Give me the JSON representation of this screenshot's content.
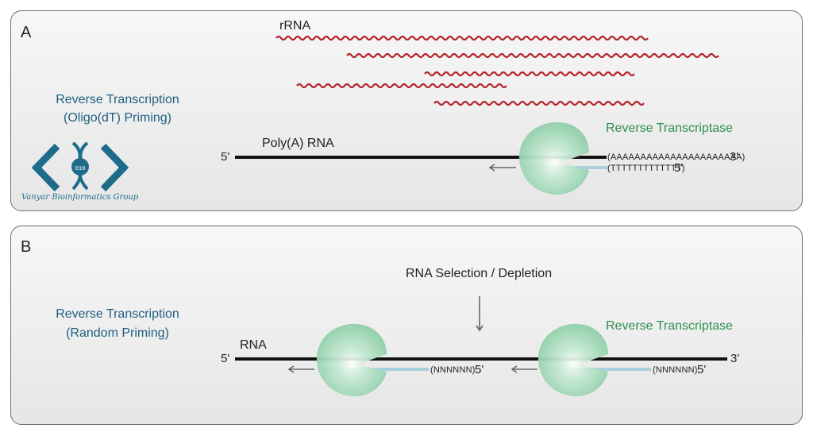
{
  "panel_a": {
    "letter": "A",
    "method_line1": "Reverse Transcription",
    "method_line2": "(Oligo(dT) Priming)",
    "rrna_label": "rRNA",
    "strand_label": "Poly(A) RNA",
    "five_prime": "5'",
    "three_prime": "3'",
    "polya_seq": "(AAAAAAAAAAAAAAAAAAAAAA)",
    "oligo_dt_seq": "(TTTTTTTTTTTTT)",
    "primer_five_prime": "5'",
    "enzyme_label": "Reverse Transcriptase",
    "logo_text": "Vanyar Bioinformatics Group"
  },
  "panel_b": {
    "letter": "B",
    "method_line1": "Reverse Transcription",
    "method_line2": "(Random Priming)",
    "selection_label": "RNA Selection / Depletion",
    "strand_label": "RNA",
    "five_prime": "5'",
    "three_prime": "3'",
    "primer1_seq": "(NNNNNN)",
    "primer1_five_prime": "5'",
    "primer2_seq": "(NNNNNN)",
    "primer2_five_prime": "5'",
    "enzyme_label": "Reverse Transcriptase"
  },
  "colors": {
    "rrna": "#b3232b",
    "strand": "#111111",
    "primer": "#a8d0dc",
    "enzyme": "#8fcfa8",
    "method_text": "#1f5f7f",
    "enzyme_text": "#2f8f4f",
    "logo": "#1e6b8a"
  },
  "icons": [
    "dna-logo-icon",
    "left-arrow-icon",
    "down-arrow-icon"
  ]
}
